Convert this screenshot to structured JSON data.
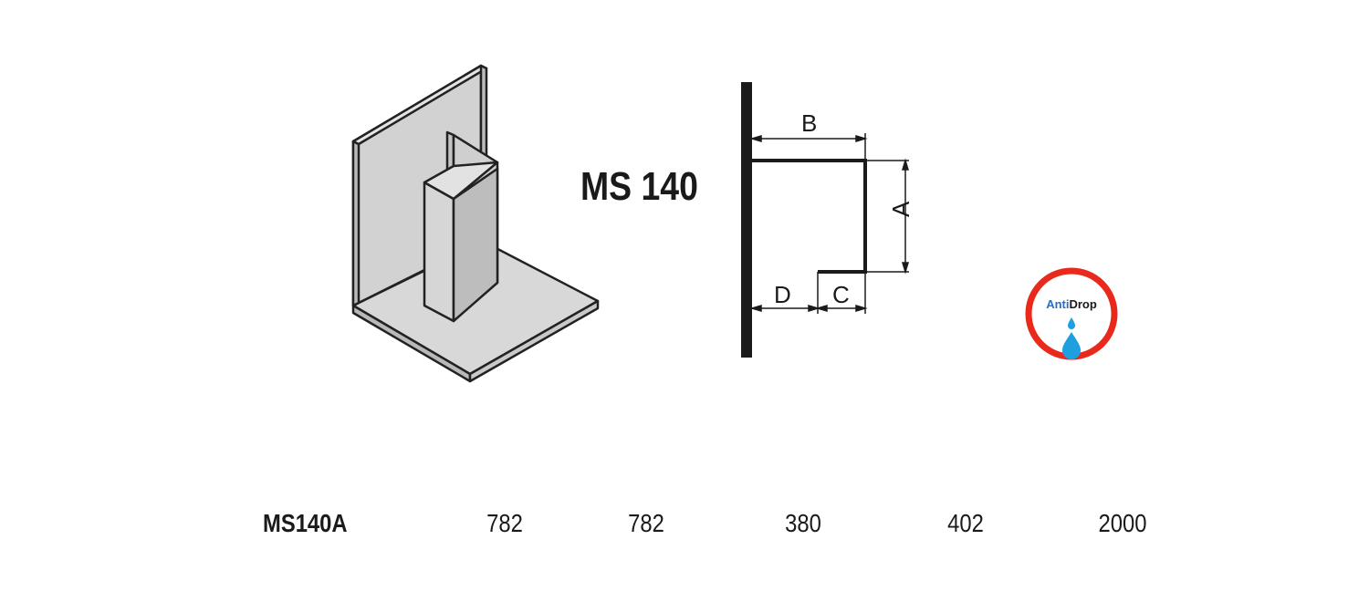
{
  "title": "MS 140",
  "labels": {
    "a": "A",
    "b": "B",
    "c": "C",
    "d": "D"
  },
  "badge": {
    "brand_part1": "Anti",
    "brand_part2": "Drop",
    "ring_color": "#e8291c",
    "drop_color": "#1e9fe0",
    "icon": "water-drop-icon"
  },
  "table": {
    "row": {
      "code": "MS140A",
      "values": [
        "782",
        "782",
        "380",
        "402",
        "2000"
      ]
    }
  }
}
